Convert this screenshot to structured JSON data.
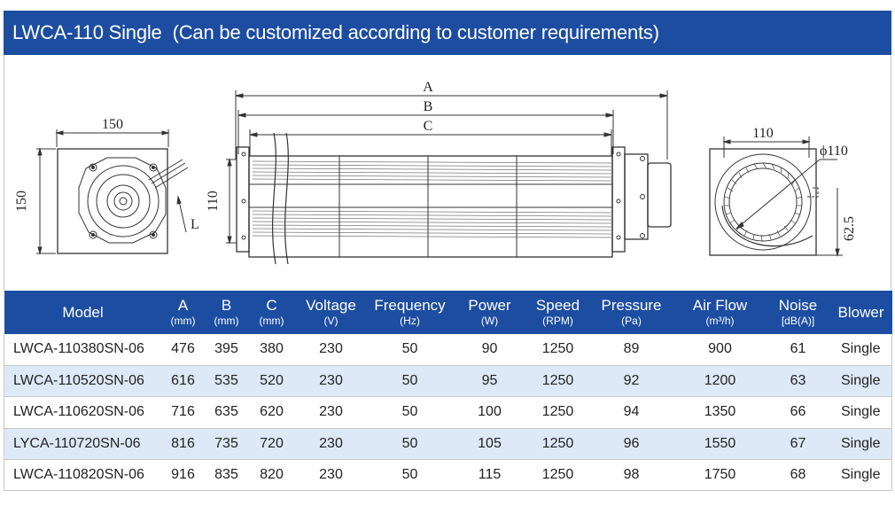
{
  "title": "LWCA-110 Single",
  "title_note": "(Can be customized according to customer requirements)",
  "drawing": {
    "left_width": "150",
    "left_height": "150",
    "cable_label": "L",
    "dim_a": "A",
    "dim_b": "B",
    "dim_c": "C",
    "rotor_height": "110",
    "right_width": "110",
    "right_diameter": "ϕ110",
    "right_offset": "62.5"
  },
  "table": {
    "headers": [
      {
        "label": "Model",
        "unit": ""
      },
      {
        "label": "A",
        "unit": "(mm)"
      },
      {
        "label": "B",
        "unit": "(mm)"
      },
      {
        "label": "C",
        "unit": "(mm)"
      },
      {
        "label": "Voltage",
        "unit": "(V)"
      },
      {
        "label": "Frequency",
        "unit": "(Hz)"
      },
      {
        "label": "Power",
        "unit": "(W)"
      },
      {
        "label": "Speed",
        "unit": "(RPM)"
      },
      {
        "label": "Pressure",
        "unit": "(Pa)"
      },
      {
        "label": "Air Flow",
        "unit": "(m³/h)"
      },
      {
        "label": "Noise",
        "unit": "[dB(A)]"
      },
      {
        "label": "Blower",
        "unit": ""
      }
    ],
    "rows": [
      [
        "LWCA-110380SN-06",
        "476",
        "395",
        "380",
        "230",
        "50",
        "90",
        "1250",
        "89",
        "900",
        "61",
        "Single"
      ],
      [
        "LWCA-110520SN-06",
        "616",
        "535",
        "520",
        "230",
        "50",
        "95",
        "1250",
        "92",
        "1200",
        "63",
        "Single"
      ],
      [
        "LWCA-110620SN-06",
        "716",
        "635",
        "620",
        "230",
        "50",
        "100",
        "1250",
        "94",
        "1350",
        "66",
        "Single"
      ],
      [
        "LYCA-110720SN-06",
        "816",
        "735",
        "720",
        "230",
        "50",
        "105",
        "1250",
        "96",
        "1550",
        "67",
        "Single"
      ],
      [
        "LWCA-110820SN-06",
        "916",
        "835",
        "820",
        "230",
        "50",
        "115",
        "1250",
        "98",
        "1750",
        "68",
        "Single"
      ]
    ]
  },
  "colors": {
    "header_blue": "#1c4da1",
    "row_alt": "#dde9f7",
    "line": "#333333"
  }
}
